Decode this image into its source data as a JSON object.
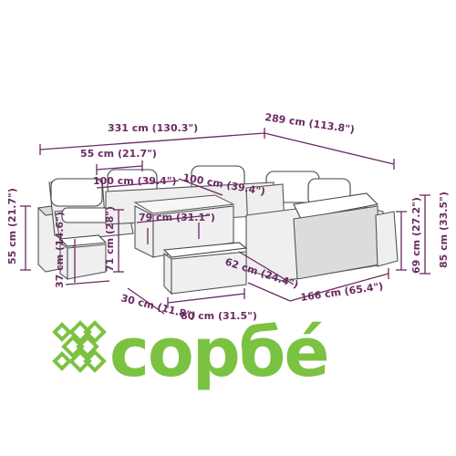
{
  "brand": {
    "name": "сорбé",
    "color": "#7cc242"
  },
  "dimension_color": "#6b2a63",
  "dimensions": {
    "total_width": "331 cm (130.3\")",
    "total_depth": "289 cm (113.8\")",
    "sofa_side_depth": "55 cm (21.7\")",
    "sofa_width_left": "100 cm (39.4\")",
    "sofa_width_right": "100 cm (39.4\")",
    "seat_height_left": "55 cm (21.7\")",
    "table_width": "79 cm (31.1\")",
    "table_height": "71 cm (28\")",
    "stool_height": "37 cm (14.6\")",
    "stool_depth": "30 cm (11.8\")",
    "bench_width": "80 cm (31.5\")",
    "bench_depth": "62 cm (24.4\")",
    "section_width": "166 cm (65.4\")",
    "armrest_height": "69 cm (27.2\")",
    "back_height": "85 cm (33.5\")"
  }
}
